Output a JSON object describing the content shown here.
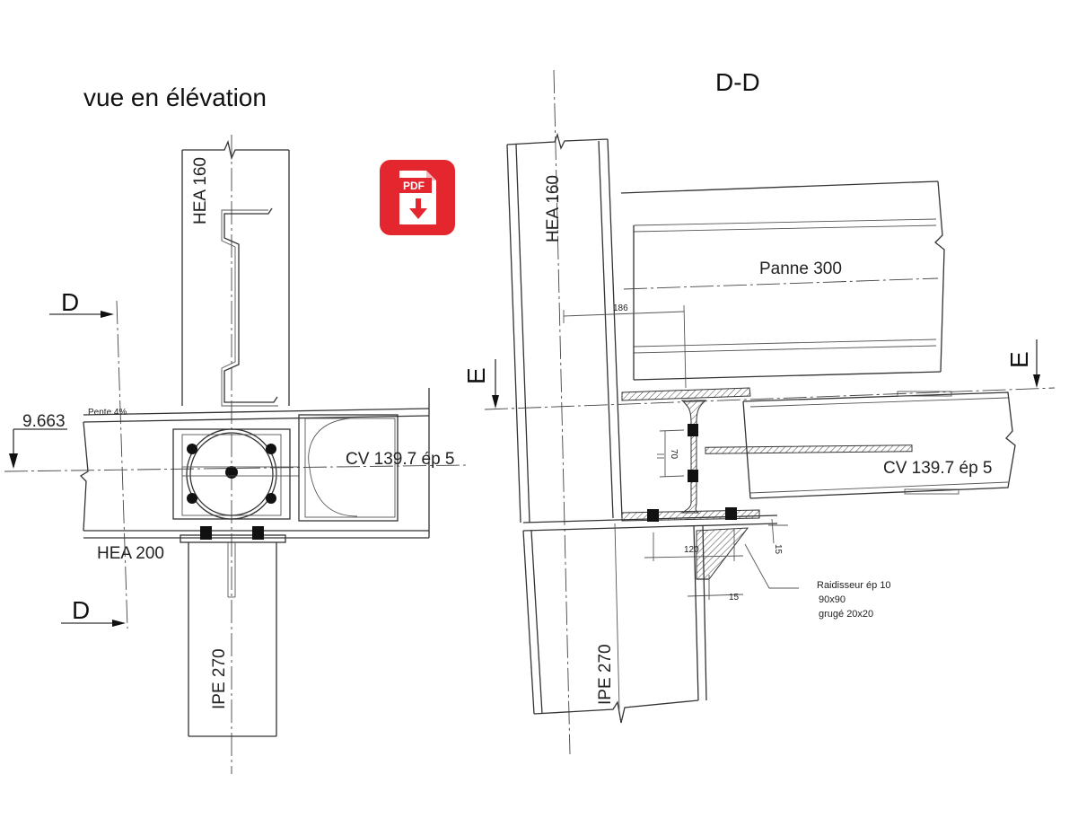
{
  "views": {
    "elevation": {
      "title": "vue en élévation",
      "column_upper": "HEA 160",
      "column_lower": "IPE 270",
      "beam": "HEA 200",
      "slope": "Pente 4%",
      "level": "9.663",
      "tube": "CV 139.7 ép 5",
      "section_mark": "D"
    },
    "section": {
      "title": "D-D",
      "column_upper": "HEA 160",
      "column_lower": "IPE 270",
      "purlin": "Panne  300",
      "tube": "CV 139.7 ép 5",
      "section_mark": "E",
      "dims": {
        "d186": "186",
        "d70": "70",
        "d120": "120",
        "d15a": "15",
        "d15b": "15"
      },
      "stiffener_note": [
        "Raidisseur ép 10",
        "90x90",
        "grugé 20x20"
      ]
    }
  },
  "pdf_badge": {
    "label": "PDF",
    "icon": "pdf-download-icon",
    "color": "#e4272f"
  }
}
